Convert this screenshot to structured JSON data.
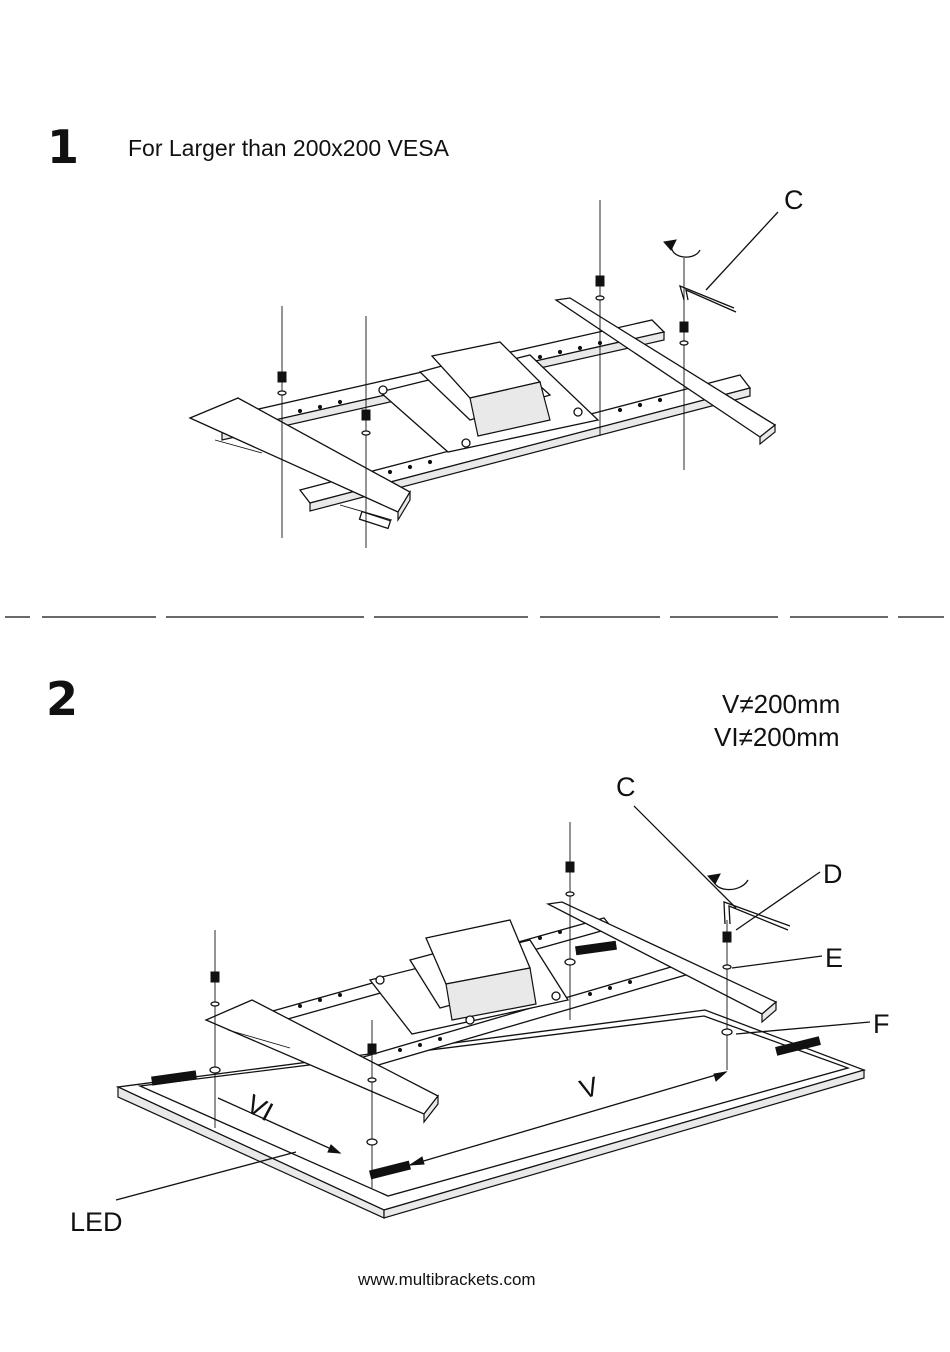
{
  "step1": {
    "number": "1",
    "caption": "For Larger than 200x200 VESA",
    "label_c": "C"
  },
  "step2": {
    "number": "2",
    "spec_v": "V≠200mm",
    "spec_vi": "VI≠200mm",
    "label_c": "C",
    "label_d": "D",
    "label_e": "E",
    "label_f": "F",
    "label_v": "V",
    "label_vi": "VI",
    "label_led": "LED"
  },
  "footer": {
    "url": "www.multibrackets.com"
  }
}
